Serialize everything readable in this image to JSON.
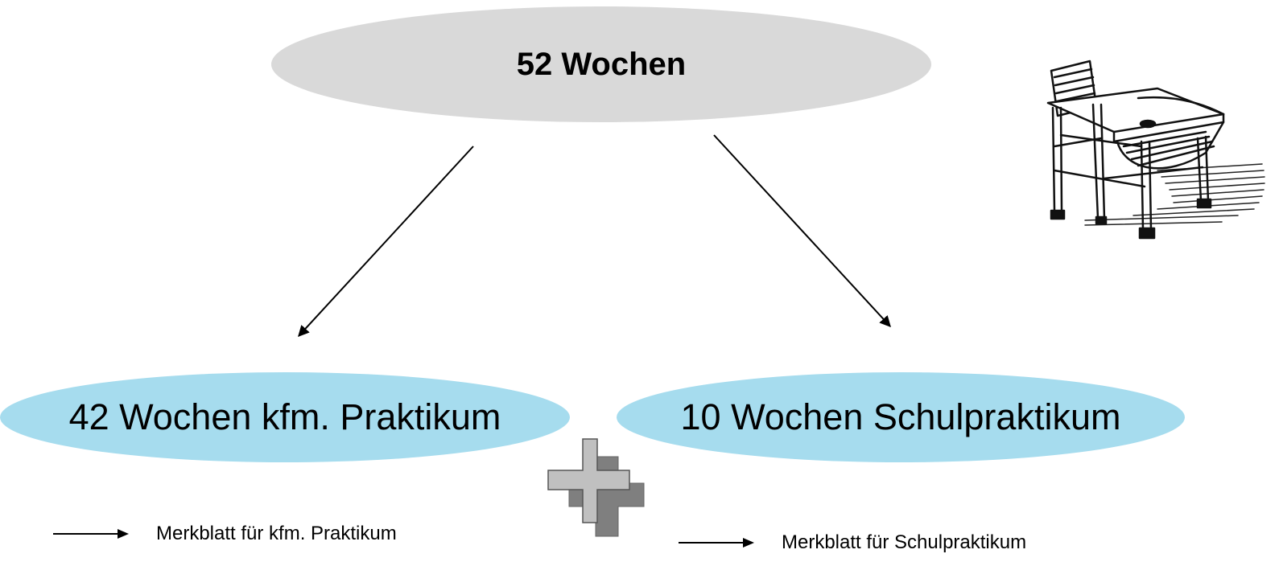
{
  "diagram": {
    "top_node": {
      "label": "52 Wochen",
      "fill": "#d9d9d9"
    },
    "left_node": {
      "label": "42 Wochen kfm. Praktikum",
      "fill": "#a6dcee"
    },
    "right_node": {
      "label": "10 Wochen Schulpraktikum",
      "fill": "#a6dcee"
    },
    "plus_sign": {
      "fill": "#c0c0c0",
      "shadow": "#7f7f7f"
    },
    "notes": {
      "left": "Merkblatt für kfm. Praktikum",
      "right": "Merkblatt für Schulpraktikum"
    },
    "illustration": "school-desk-icon"
  }
}
